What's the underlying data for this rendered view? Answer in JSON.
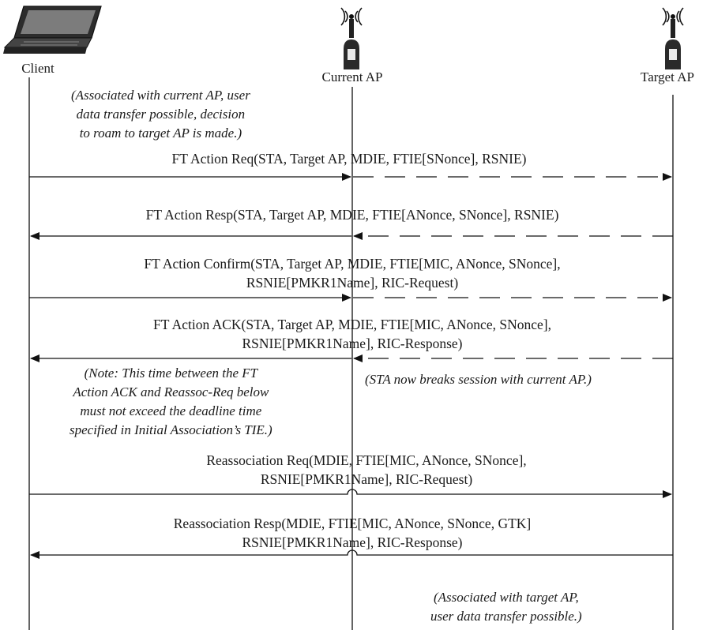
{
  "participants": {
    "client": {
      "label": "Client"
    },
    "current_ap": {
      "label": "Current AP"
    },
    "target_ap": {
      "label": "Target AP"
    }
  },
  "notes": {
    "initial": [
      "(Associated with current AP, user",
      "data transfer possible, decision",
      "to roam to target AP is made.)"
    ],
    "deadline": [
      "(Note: This time between the FT",
      "Action ACK and Reassoc-Req below",
      "must not exceed the deadline time",
      "specified in Initial Association’s TIE.)"
    ],
    "break_session": [
      "(STA now breaks session with current AP.)"
    ],
    "final": [
      "(Associated with target AP,",
      "user data transfer possible.)"
    ]
  },
  "messages": [
    {
      "lines": [
        "FT Action Req(STA, Target AP, MDIE, FTIE[SNonce], RSNIE)"
      ]
    },
    {
      "lines": [
        "FT Action Resp(STA, Target AP, MDIE, FTIE[ANonce, SNonce], RSNIE)"
      ]
    },
    {
      "lines": [
        "FT Action Confirm(STA, Target AP, MDIE, FTIE[MIC, ANonce, SNonce],",
        "RSNIE[PMKR1Name], RIC-Request)"
      ]
    },
    {
      "lines": [
        "FT Action ACK(STA, Target AP, MDIE, FTIE[MIC, ANonce, SNonce],",
        "RSNIE[PMKR1Name], RIC-Response)"
      ]
    },
    {
      "lines": [
        "Reassociation Req(MDIE, FTIE[MIC, ANonce, SNonce],",
        "RSNIE[PMKR1Name], RIC-Request)"
      ]
    },
    {
      "lines": [
        "Reassociation Resp(MDIE, FTIE[MIC, ANonce, SNonce, GTK]",
        "RSNIE[PMKR1Name], RIC-Response)"
      ]
    }
  ]
}
